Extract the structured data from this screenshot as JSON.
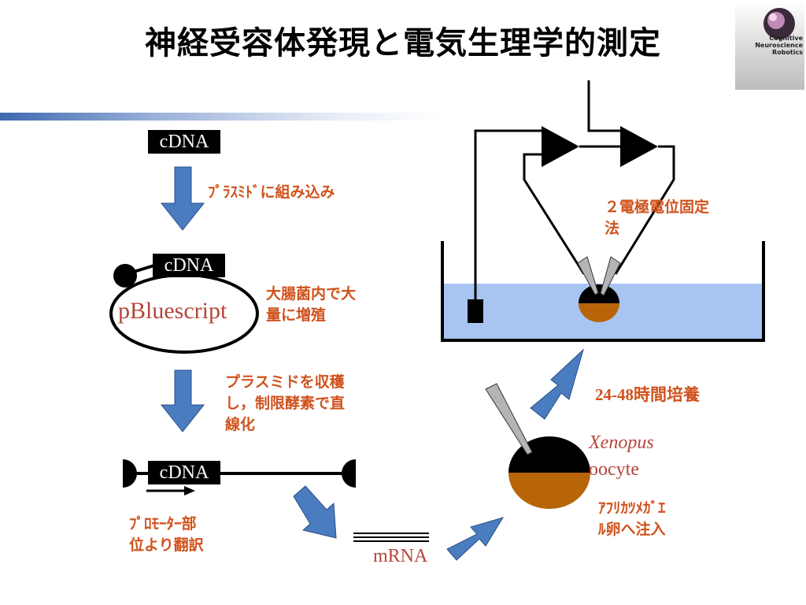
{
  "title": "神経受容体発現と電気生理学的測定",
  "logo": {
    "line1": "Cognitive",
    "line2": "Neuroscience",
    "line3": "Robotics"
  },
  "labels": {
    "cdna_top": "cDNA",
    "cdna_plasmid": "cDNA",
    "cdna_linear": "cDNA",
    "pbluescript": "pBluescript",
    "mrna": "mRNA",
    "xenopus": "Xenopus",
    "oocyte": "oocyte"
  },
  "steps": {
    "insert": "ﾌﾟﾗｽﾐﾄﾞに組み込み",
    "amplify_l1": "大腸菌内で大",
    "amplify_l2": "量に増殖",
    "harvest_l1": "プラスミドを収穫",
    "harvest_l2": "し，制限酵素で直",
    "harvest_l3": "線化",
    "promoter_l1": "ﾌﾟﾛﾓｰﾀｰ部",
    "promoter_l2": "位より翻訳",
    "inject_l1": "ｱﾌﾘｶﾂﾒｶﾞｴ",
    "inject_l2": "ﾙ卵へ注入",
    "culture": "24-48時間培養",
    "clamp_l1": "２電極電位固定",
    "clamp_l2": "法"
  },
  "colors": {
    "arrow_blue": "#4a7cc0",
    "label_red": "#d0521c",
    "bath_blue": "#a8c4f0",
    "yolk_brown": "#b8650a"
  }
}
